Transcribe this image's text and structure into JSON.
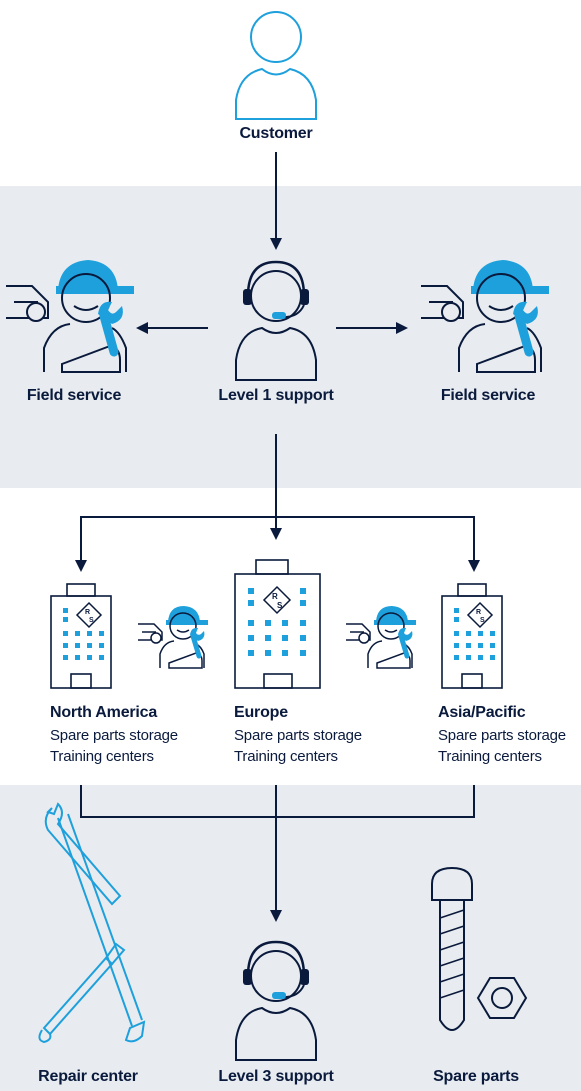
{
  "colors": {
    "navy": "#0a1a3c",
    "accent": "#1ea0dc",
    "band": "#e8ecf0"
  },
  "customer": {
    "label": "Customer"
  },
  "level1": {
    "label": "Level 1 support",
    "left_label": "Field service",
    "right_label": "Field service"
  },
  "regions": [
    {
      "name": "North America",
      "line1": "Spare parts storage",
      "line2": "Training centers"
    },
    {
      "name": "Europe",
      "line1": "Spare parts storage",
      "line2": "Training centers"
    },
    {
      "name": "Asia/Pacific",
      "line1": "Spare parts storage",
      "line2": "Training centers"
    }
  ],
  "bottom": {
    "repair": "Repair center",
    "level3": "Level 3 support",
    "spare": "Spare parts"
  },
  "logo_text": "R&S"
}
